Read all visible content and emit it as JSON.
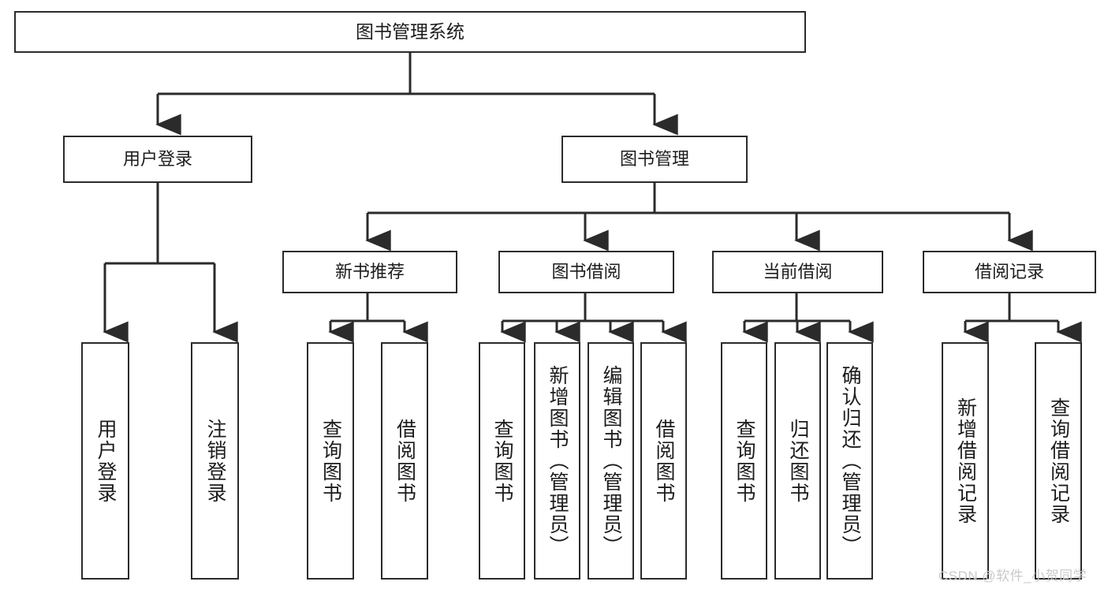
{
  "diagram": {
    "title": "图书管理系统",
    "type": "hierarchy-tree",
    "watermark": "CSDN @软件_小贺同学",
    "colors": {
      "box_border": "#2b2b2b",
      "box_fill": "#ffffff",
      "connector": "#2b2b2b",
      "text": "#1c1c1c",
      "watermark": "#c9c9c9"
    },
    "nodes": {
      "root": {
        "label": "图书管理系统"
      },
      "level2": [
        {
          "label": "用户登录"
        },
        {
          "label": "图书管理"
        }
      ],
      "level3": [
        {
          "label": "新书推荐"
        },
        {
          "label": "图书借阅"
        },
        {
          "label": "当前借阅"
        },
        {
          "label": "借阅记录"
        }
      ],
      "leaves_user_login": [
        {
          "label": "用户登录"
        },
        {
          "label": "注销登录"
        }
      ],
      "leaves_new_book": [
        {
          "label": "查询图书"
        },
        {
          "label": "借阅图书"
        }
      ],
      "leaves_borrow": [
        {
          "label": "查询图书"
        },
        {
          "label": "新增图书（管理员）"
        },
        {
          "label": "编辑图书（管理员）"
        },
        {
          "label": "借阅图书"
        }
      ],
      "leaves_current": [
        {
          "label": "查询图书"
        },
        {
          "label": "归还图书"
        },
        {
          "label": "确认归还（管理员）"
        }
      ],
      "leaves_records": [
        {
          "label": "新增借阅记录"
        },
        {
          "label": "查询借阅记录"
        }
      ]
    }
  }
}
